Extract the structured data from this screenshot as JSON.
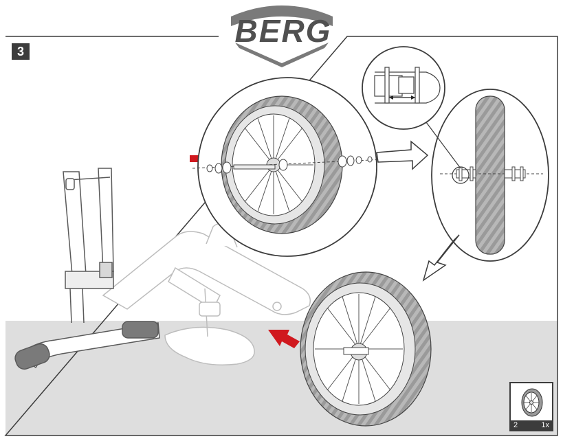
{
  "brand": {
    "logo_text": "BERG"
  },
  "step": {
    "number": "3"
  },
  "parts": [
    {
      "number": "2",
      "quantity": "1x",
      "icon": "wheel-icon"
    }
  ],
  "colors": {
    "arrow": "#d0181e",
    "ground": "#dcdcdc",
    "line": "#3c3c3c",
    "tire": "#bdbdbd"
  }
}
